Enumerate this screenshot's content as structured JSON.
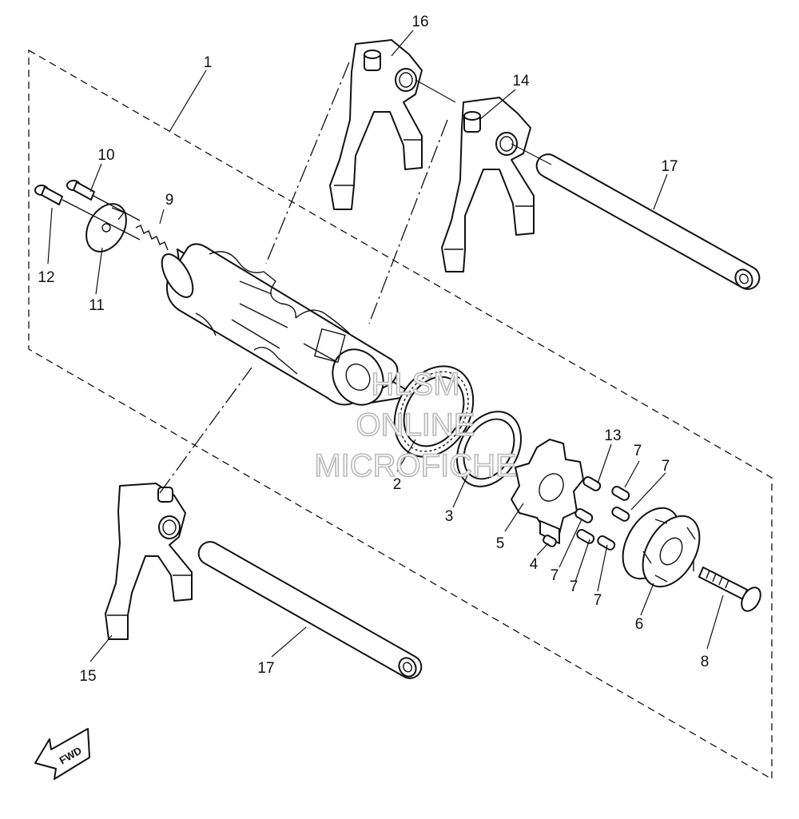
{
  "callouts": {
    "c1": "1",
    "c2": "2",
    "c3": "3",
    "c4": "4",
    "c5": "5",
    "c6": "6",
    "c7a": "7",
    "c7b": "7",
    "c7c": "7",
    "c7d": "7",
    "c7e": "7",
    "c8": "8",
    "c9": "9",
    "c10": "10",
    "c11": "11",
    "c12": "12",
    "c13": "13",
    "c14": "14",
    "c15": "15",
    "c16": "16",
    "c17a": "17",
    "c17b": "17"
  },
  "fwd_label": "FWD",
  "watermark": {
    "line1": "HLSM",
    "line2": "ONLINE",
    "line3": "MICROFICHE"
  }
}
